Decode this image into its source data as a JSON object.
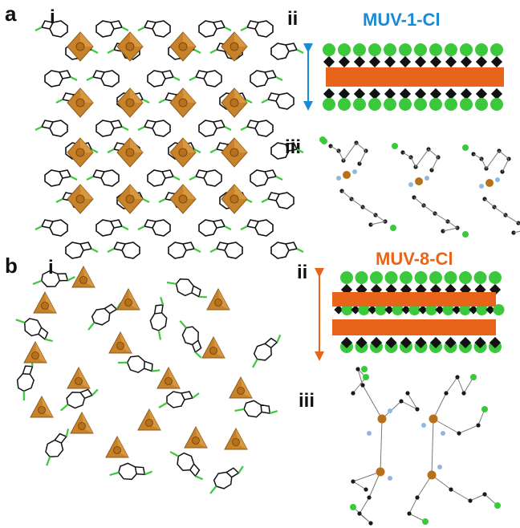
{
  "figure": {
    "panel_a": {
      "letter": "a",
      "sub_i": "i",
      "sub_ii": "ii",
      "sub_iii": "iii",
      "title": "MUV-1-Cl",
      "title_color": "#1a8ad4"
    },
    "panel_b": {
      "letter": "b",
      "sub_i": "i",
      "sub_ii": "ii",
      "sub_iii": "iii",
      "title": "MUV-8-Cl",
      "title_color": "#e8641b"
    },
    "colors": {
      "metal_polyhedron": "#c8832a",
      "metal_atom": "#b8701a",
      "chlorine": "#3cc83c",
      "layer_bar": "#e8641b",
      "carbon": "#1a1a1a",
      "nitrogen": "#8fb8e0",
      "arrow_a": "#1a8ad4",
      "arrow_b": "#e8641b"
    }
  }
}
